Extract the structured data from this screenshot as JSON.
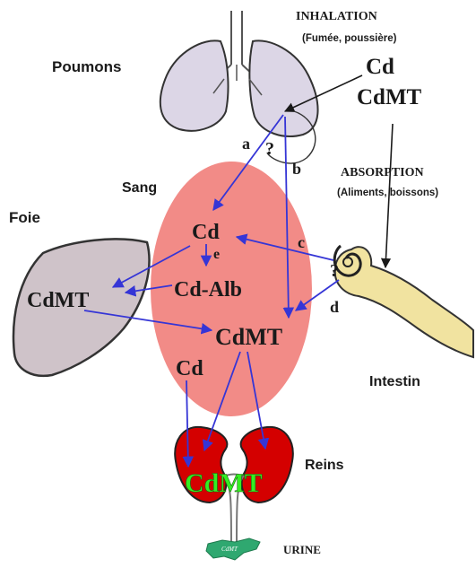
{
  "labels": {
    "inhalation": "INHALATION",
    "inhalation_sources": "(Fumée, poussière)",
    "inhal_cd": "Cd",
    "inhal_cdmt": "CdMT",
    "lungs": "Poumons",
    "blood": "Sang",
    "liver": "Foie",
    "absorption": "ABSORPTION",
    "absorption_sources": "(Aliments, boissons)",
    "intestine": "Intestin",
    "kidneys": "Reins",
    "urine": "URINE",
    "urine_cdmt": "CdMT"
  },
  "pathway_letters": {
    "a": "a",
    "b": "b",
    "c": "c",
    "d": "d",
    "e": "e"
  },
  "unknown_marks": {
    "lung_question": "?",
    "intestine_question": "?"
  },
  "blood_species": {
    "cd_top": "Cd",
    "cd_alb": "Cd-Alb",
    "cdmt": "CdMT",
    "cd_bottom": "Cd"
  },
  "liver_species": {
    "cdmt": "CdMT"
  },
  "kidney_species": {
    "cdmt": "CdMT"
  },
  "colors": {
    "arrow": "#3535d6",
    "lung_fill": "#dcd6e6",
    "blood_fill": "#f28b87",
    "liver_fill": "#cfc3c9",
    "kidney_fill": "#d40000",
    "intestine_fill": "#f1e3a0",
    "kidney_text": "#33ee22",
    "urine_fill": "#2fa870",
    "text_dark": "#1a1a1a"
  }
}
